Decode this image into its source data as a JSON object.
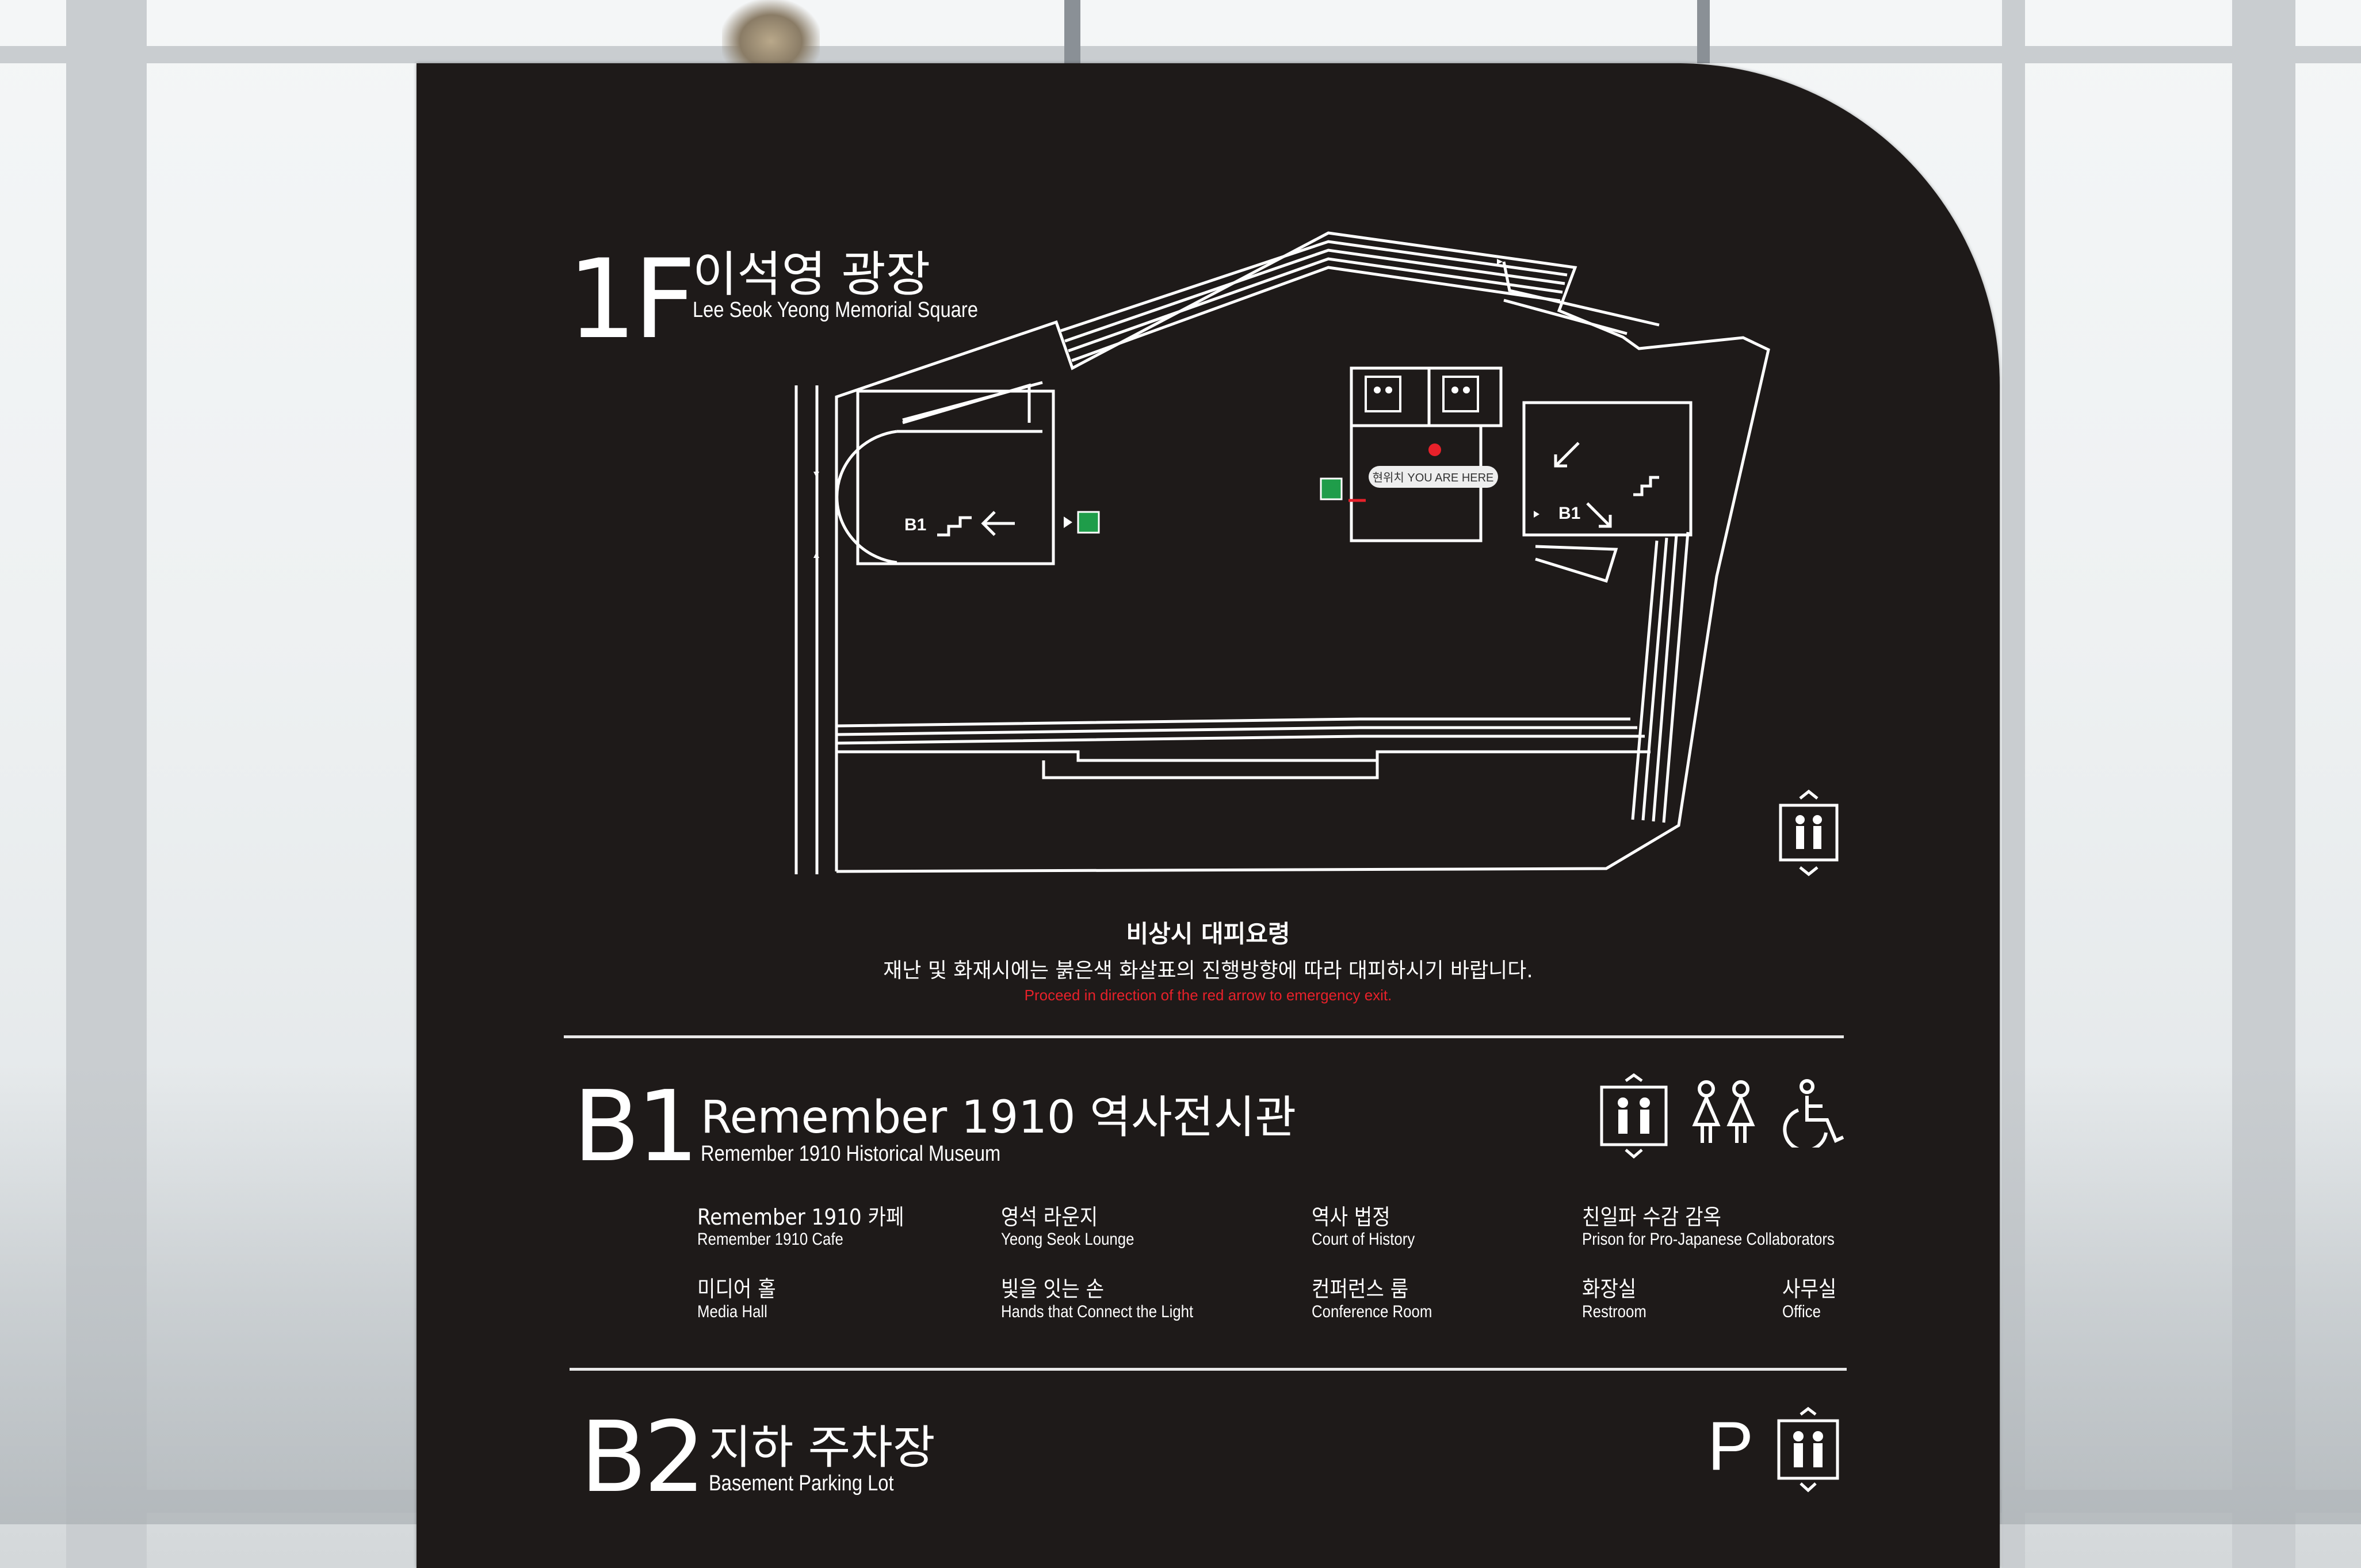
{
  "floors": {
    "f1": {
      "level": "1F",
      "title_ko": "이석영 광장",
      "title_en": "Lee Seok Yeong Memorial Square"
    },
    "b1": {
      "level": "B1",
      "title_ko": "Remember 1910 역사전시관",
      "title_en": "Remember 1910 Historical Museum",
      "facilities": [
        {
          "ko": "Remember 1910 카페",
          "en": "Remember 1910 Cafe"
        },
        {
          "ko": "영석 라운지",
          "en": "Yeong Seok Lounge"
        },
        {
          "ko": "역사 법정",
          "en": "Court of History"
        },
        {
          "ko": "친일파 수감 감옥",
          "en": "Prison for Pro-Japanese Collaborators"
        },
        {
          "ko": "미디어 홀",
          "en": "Media Hall"
        },
        {
          "ko": "빛을 잇는 손",
          "en": "Hands that Connect the Light"
        },
        {
          "ko": "컨퍼런스 룸",
          "en": "Conference Room"
        },
        {
          "ko": "화장실",
          "en": "Restroom"
        },
        {
          "ko": "사무실",
          "en": "Office"
        }
      ]
    },
    "b2": {
      "level": "B2",
      "title_ko": "지하 주차장",
      "title_en": "Basement Parking Lot",
      "parking_symbol": "P"
    }
  },
  "map": {
    "you_are_here": "현위치 YOU ARE HERE",
    "stair_label_left": "B1",
    "stair_label_right": "B1"
  },
  "notice": {
    "heading": "비상시 대피요령",
    "body_ko": "재난 및 화재시에는 붉은색 화살표의 진행방향에 따라 대피하시기 바랍니다.",
    "body_en": "Proceed in direction of the red arrow to emergency exit."
  },
  "icons": [
    "elevator-icon",
    "restroom-icon",
    "accessible-icon",
    "emergency-exit-icon",
    "parking-icon"
  ],
  "colors": {
    "board": "#1e1a19",
    "text": "#ffffff",
    "alert_red": "#e8212a",
    "exit_green": "#1f9d4a"
  }
}
